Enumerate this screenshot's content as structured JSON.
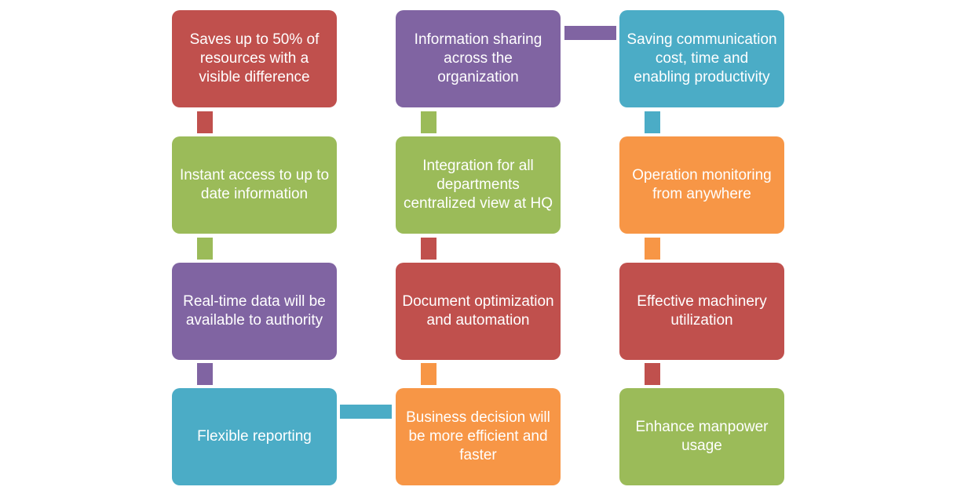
{
  "boxes": {
    "c1r1": "Saves up to 50% of resources with a visible difference",
    "c1r2": "Instant access to up to date information",
    "c1r3": "Real-time data will be available to authority",
    "c1r4": "Flexible reporting",
    "c2r1": "Information sharing across the organization",
    "c2r2": "Integration for all departments centralized view at HQ",
    "c2r3": "Document optimization and automation",
    "c2r4": "Business decision will be more efficient and faster",
    "c3r1": "Saving communication cost, time and enabling productivity",
    "c3r2": "Operation monitoring from anywhere",
    "c3r3": "Effective machinery utilization",
    "c3r4": "Enhance manpower usage"
  },
  "colors": {
    "red": "#c0504d",
    "green": "#9bbb59",
    "purple": "#8064a2",
    "teal": "#4bacc6",
    "orange": "#f79646"
  }
}
